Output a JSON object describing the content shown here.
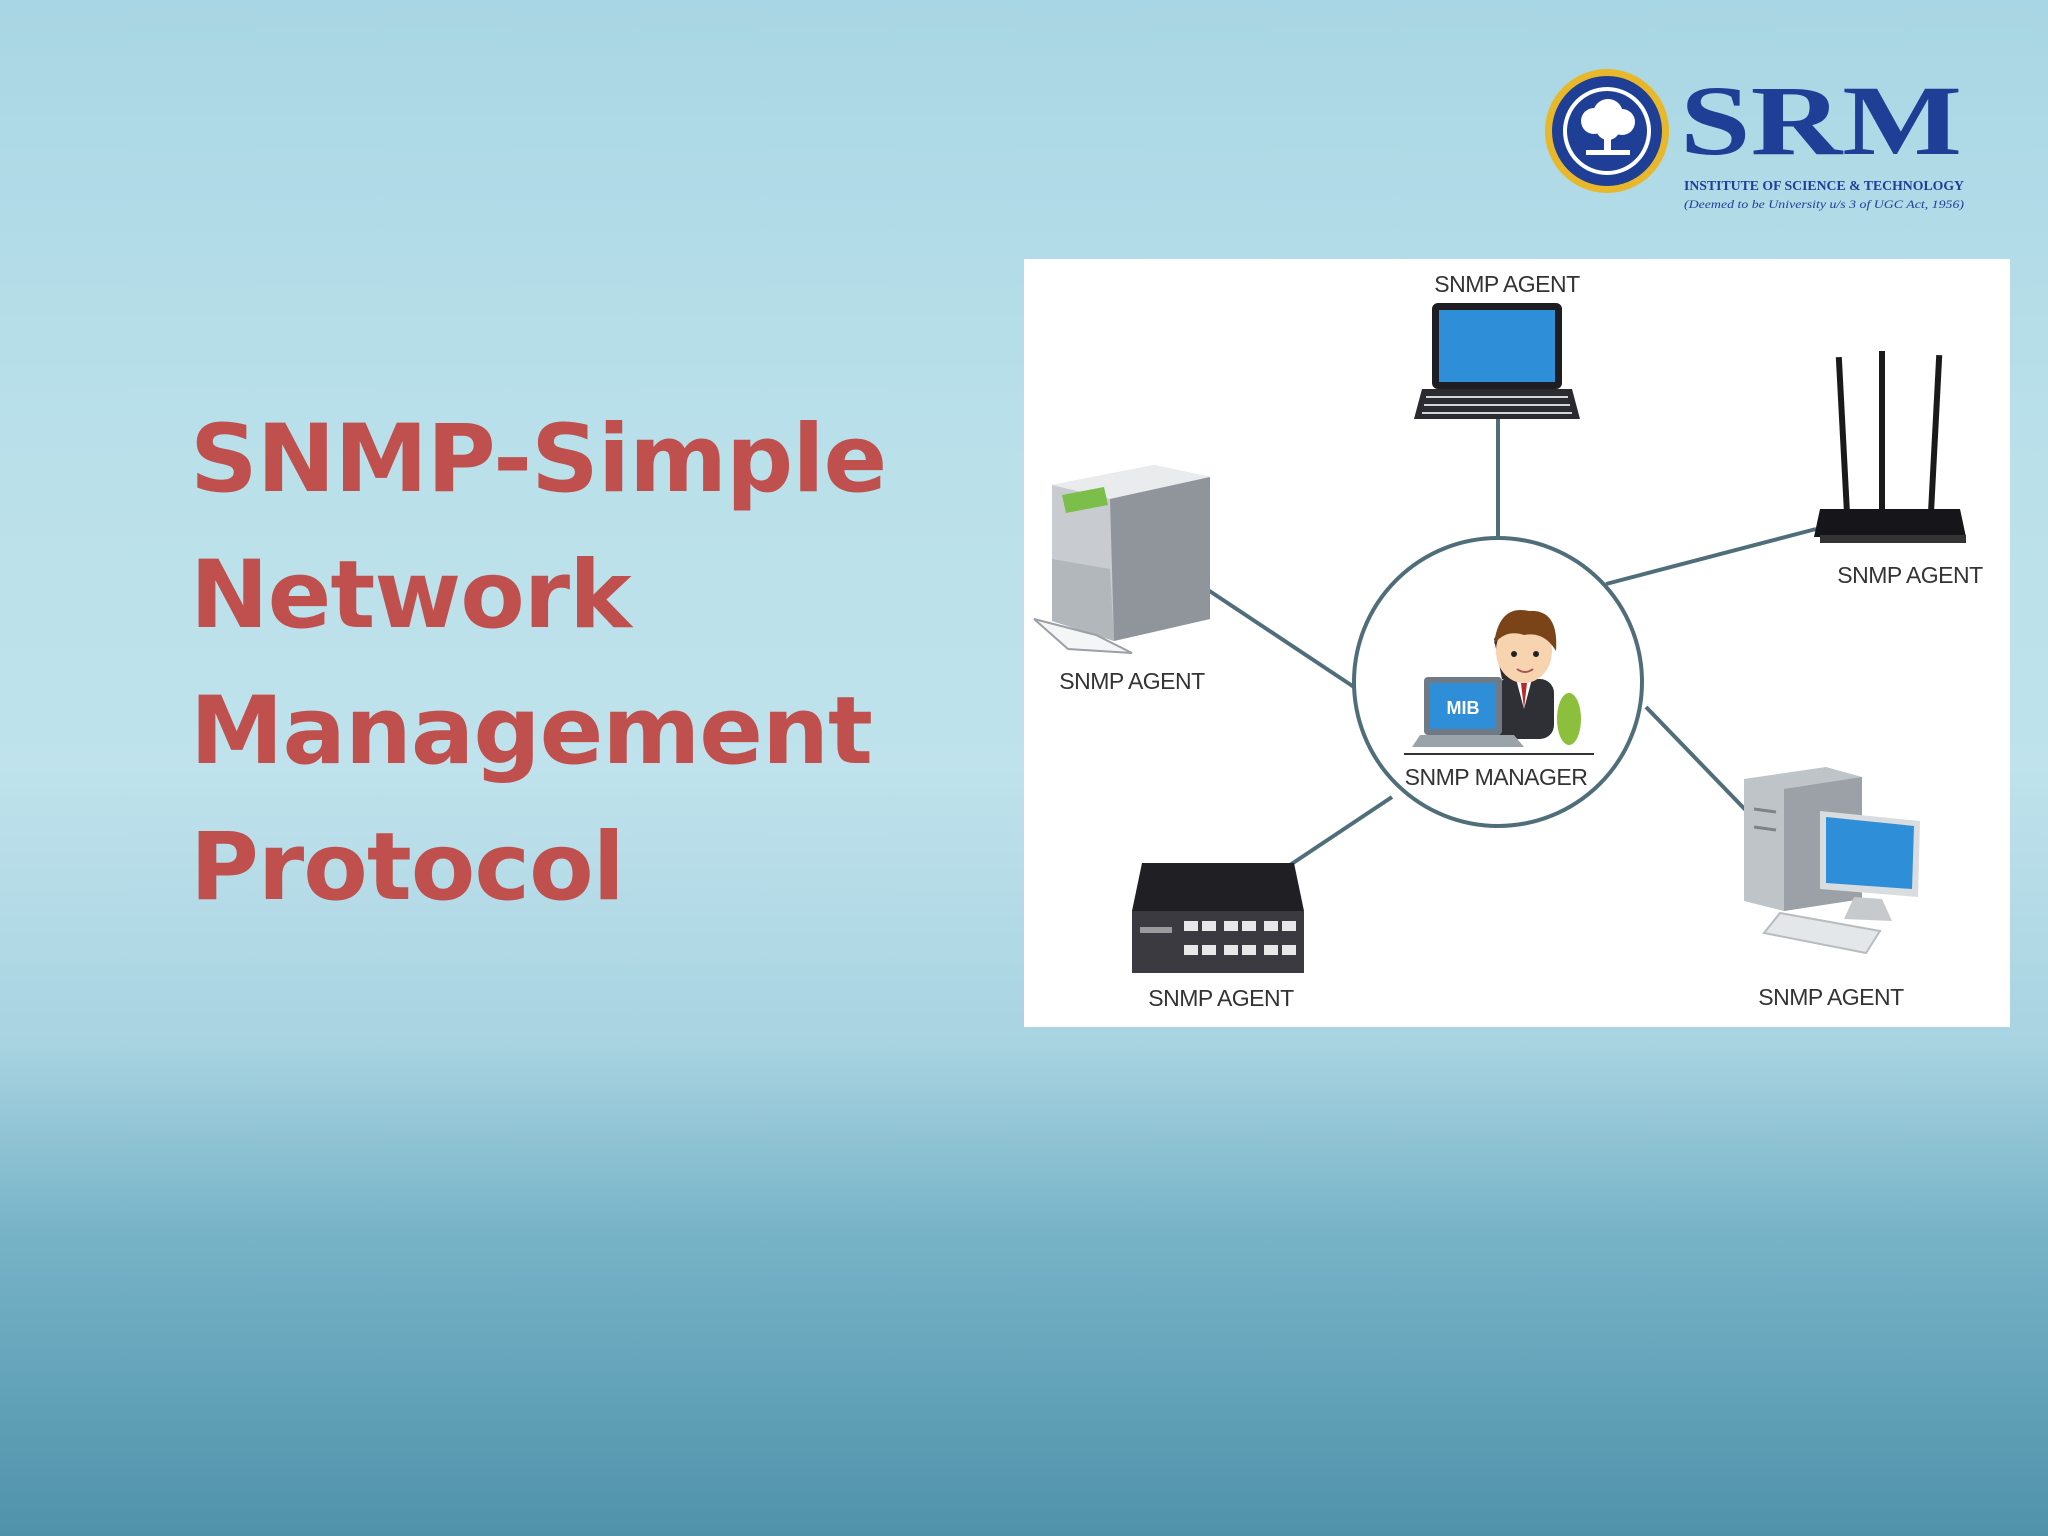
{
  "slide": {
    "title_lines": [
      "SNMP-Simple",
      "Network",
      "Management",
      "Protocol"
    ]
  },
  "logo": {
    "name": "SRM",
    "line1": "INSTITUTE OF SCIENCE & TECHNOLOGY",
    "line2": "(Deemed to be University u/s 3 of UGC Act, 1956)",
    "colors": {
      "brand": "#1f3f97",
      "gold": "#e8b72a"
    }
  },
  "diagram": {
    "manager_label": "SNMP MANAGER",
    "mib_label": "MIB",
    "agent_labels": [
      "SNMP AGENT",
      "SNMP AGENT",
      "SNMP AGENT",
      "SNMP AGENT",
      "SNMP AGENT"
    ],
    "devices": [
      "laptop-icon",
      "router-icon",
      "printer-icon",
      "switch-icon",
      "desktop-computer-icon"
    ]
  },
  "colors": {
    "title": "#c0504d",
    "line": "#4f6e7a",
    "screen": "#2f8ed8"
  }
}
